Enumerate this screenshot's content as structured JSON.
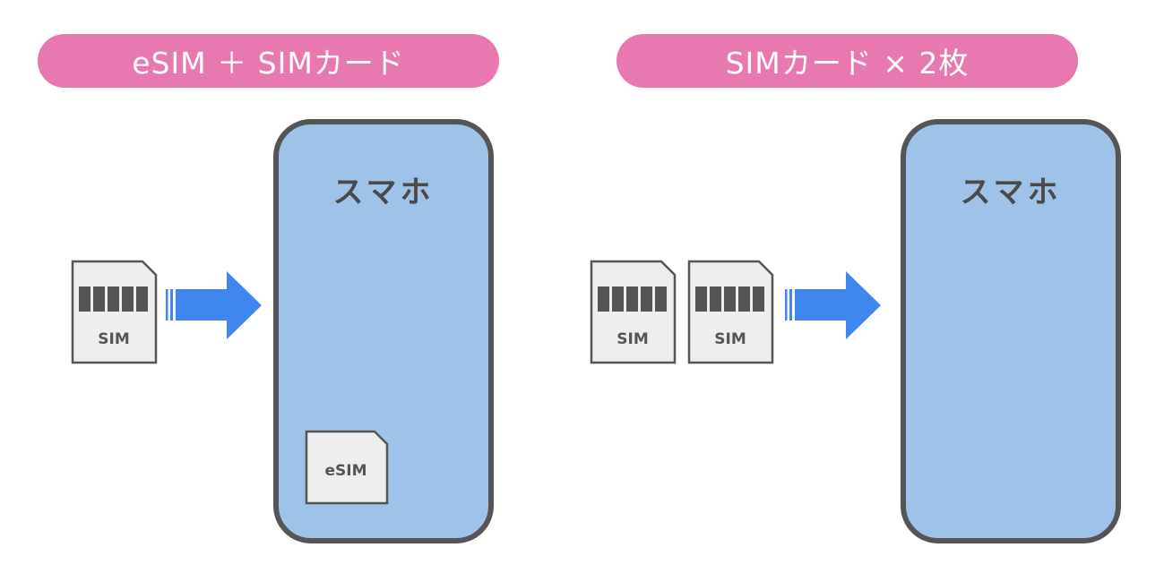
{
  "panels": [
    {
      "title": "eSIM ＋ SIMカード",
      "phone_label": "スマホ",
      "sim_cards": [
        {
          "label": "SIM"
        }
      ],
      "esim_label": "eSIM"
    },
    {
      "title": "SIMカード × 2枚",
      "phone_label": "スマホ",
      "sim_cards": [
        {
          "label": "SIM"
        },
        {
          "label": "SIM"
        }
      ]
    }
  ],
  "colors": {
    "pill": "#E879B0",
    "phone_fill": "#9FC3E8",
    "phone_border": "#555555",
    "arrow": "#3F86F1",
    "sim_fill": "#EEEEEE",
    "sim_contacts": "#555555"
  }
}
